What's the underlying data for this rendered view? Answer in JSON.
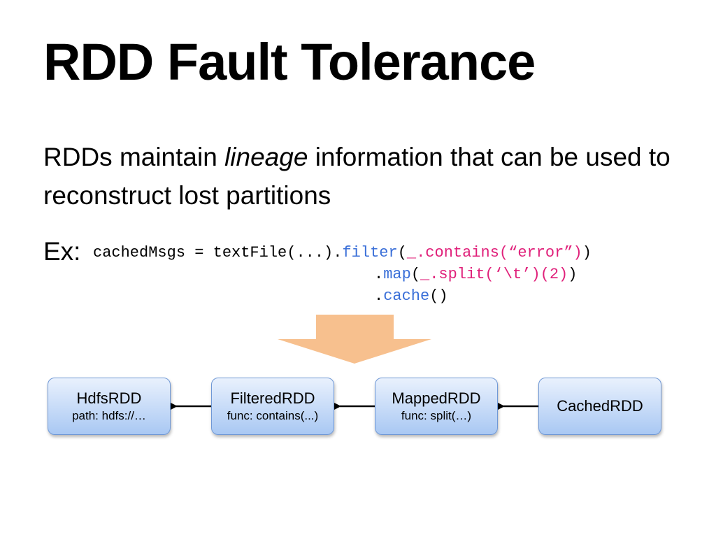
{
  "slide": {
    "title": "RDD Fault Tolerance",
    "body_before": "RDDs maintain ",
    "body_emphasis": "lineage",
    "body_after": " information that can be used to reconstruct lost partitions",
    "example_label": "Ex:"
  },
  "code": {
    "line1": {
      "prefix": "cachedMsgs = textFile(...).",
      "method": "filter",
      "open": "(",
      "arg": "_.contains(“error”)",
      "close": ")"
    },
    "line2": {
      "prefix": ".",
      "method": "map",
      "open": "(",
      "arg": "_.split(‘\\t’)(2)",
      "close": ")"
    },
    "line3": {
      "prefix": ".",
      "method": "cache",
      "open": "()"
    }
  },
  "diagram": {
    "nodes": [
      {
        "name": "HdfsRDD",
        "detail": "path: hdfs://…"
      },
      {
        "name": "FilteredRDD",
        "detail": "func: contains(...)"
      },
      {
        "name": "MappedRDD",
        "detail": "func: split(…)"
      },
      {
        "name": "CachedRDD",
        "detail": ""
      }
    ],
    "colors": {
      "arrow_fill": "#f7c08e",
      "node_border": "#6f98d6",
      "node_top": "#e9f1fd",
      "node_bottom": "#a9c8f3",
      "code_keyword": "#3a6fd8",
      "code_argument": "#e0207a"
    }
  }
}
